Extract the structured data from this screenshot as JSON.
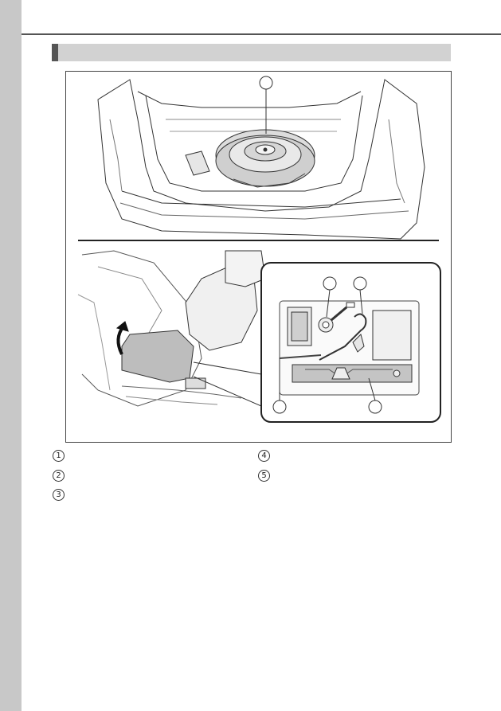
{
  "page": {
    "section_title": ""
  },
  "figure": {
    "callouts": [
      "1",
      "2",
      "3",
      "4",
      "5"
    ]
  },
  "legend": [
    {
      "num": "1",
      "label": ""
    },
    {
      "num": "2",
      "label": ""
    },
    {
      "num": "3",
      "label": ""
    },
    {
      "num": "4",
      "label": ""
    },
    {
      "num": "5",
      "label": ""
    }
  ]
}
